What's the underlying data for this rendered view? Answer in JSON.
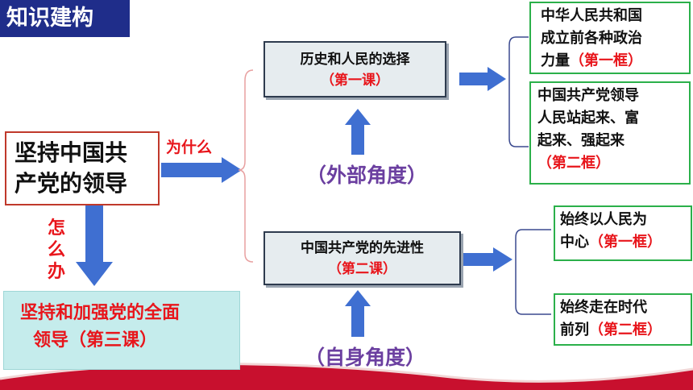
{
  "header": {
    "title": "知识建构"
  },
  "root": {
    "line1": "坚持中国共",
    "line2": "产党的领导"
  },
  "edges": {
    "why": "为什么",
    "how": [
      "怎",
      "么",
      "办"
    ]
  },
  "answer": {
    "line1": "坚持和加强党的全面",
    "line2": "领导（第三课）"
  },
  "lesson1": {
    "title": "历史和人民的选择",
    "sub": "（第一课）"
  },
  "lesson2": {
    "title": "中国共产党的先进性",
    "sub": "（第二课）"
  },
  "perspectives": {
    "external": "（外部角度）",
    "internal": "（自身角度）"
  },
  "leaves": {
    "leaf1": {
      "lines": [
        "中华人民共和国",
        "成立前各种政治"
      ],
      "last_black": "力量",
      "last_red": "（第一框）"
    },
    "leaf2": {
      "lines": [
        "中国共产党领导",
        "人民站起来、富",
        "起来、强起来"
      ],
      "last_red": "（第二框）"
    },
    "leaf3": {
      "line1": "始终以人民为",
      "last_black": "中心",
      "last_red": "（第一框）"
    },
    "leaf4": {
      "line1": "始终走在时代",
      "last_black": "前列",
      "last_red": "（第二框）"
    }
  },
  "colors": {
    "header_bg": "#1f2d8a",
    "accent_red": "#e8151b",
    "arrow_blue": "#3f6fd1",
    "leaf_border": "#2bb04a",
    "answer_bg": "#c5ecec",
    "perspective_purple": "#6b3fa0"
  }
}
